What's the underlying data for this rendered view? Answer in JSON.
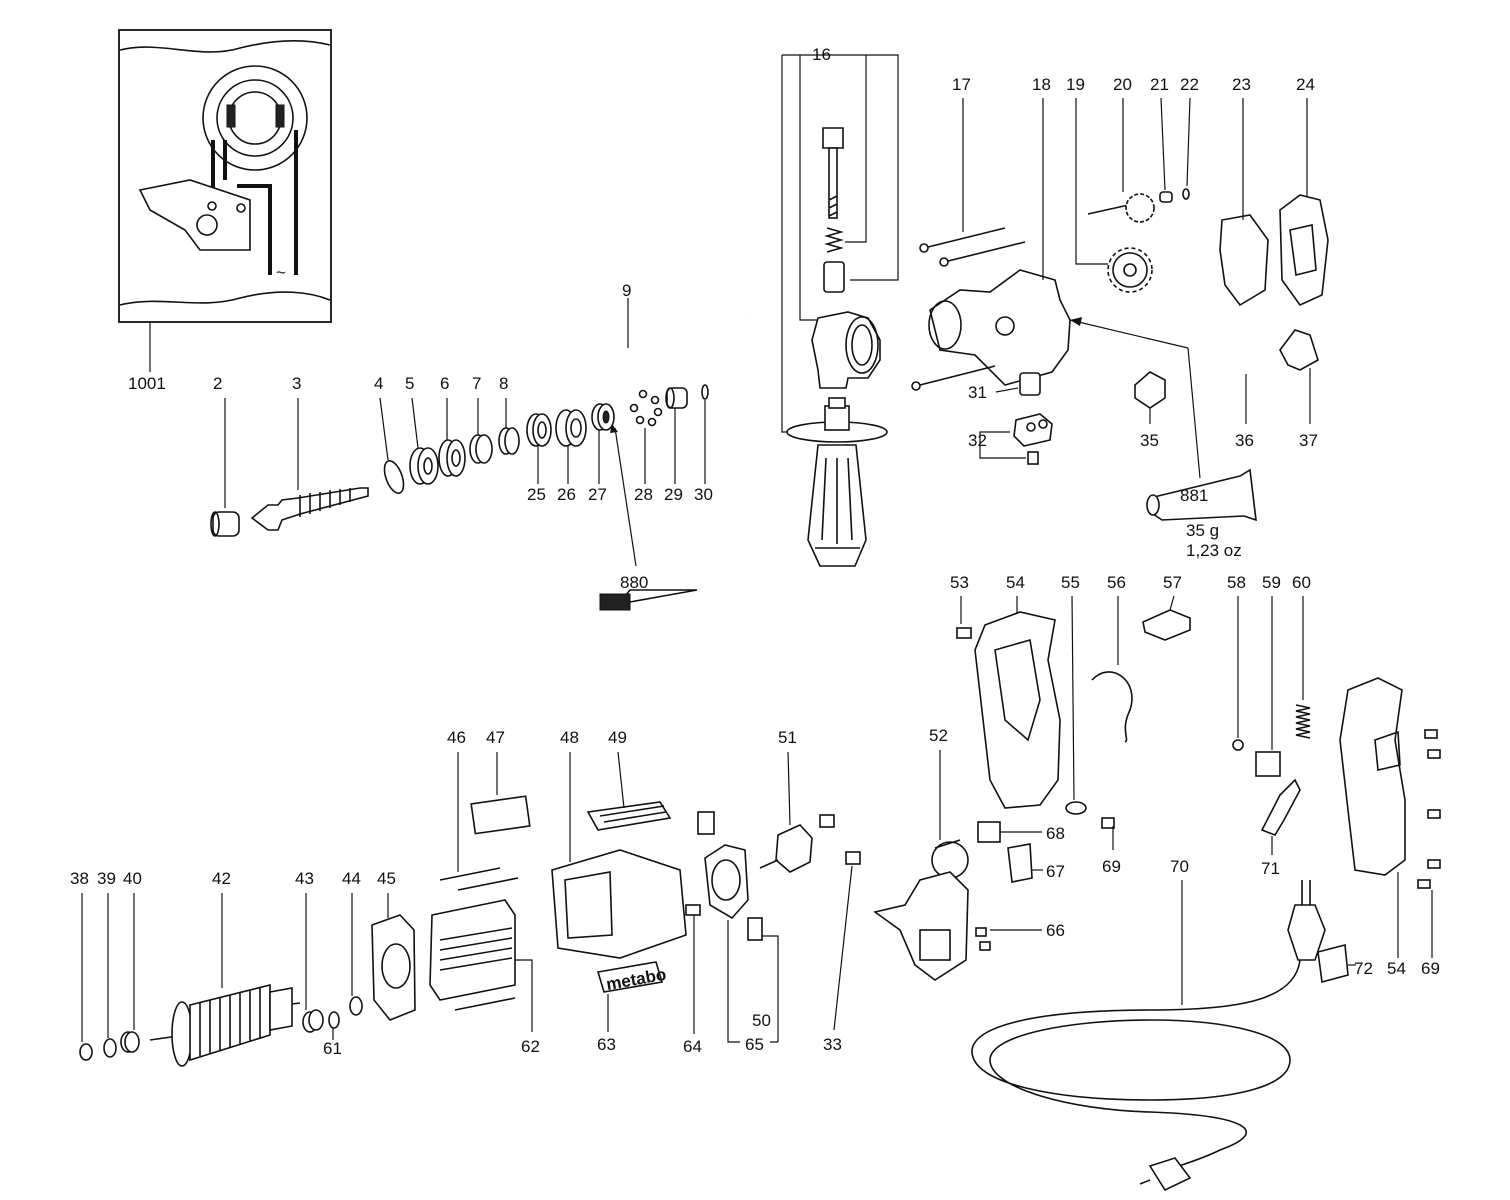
{
  "labels": [
    {
      "id": "p1001",
      "text": "1001"
    },
    {
      "id": "p2",
      "text": "2"
    },
    {
      "id": "p3",
      "text": "3"
    },
    {
      "id": "p4",
      "text": "4"
    },
    {
      "id": "p5",
      "text": "5"
    },
    {
      "id": "p6",
      "text": "6"
    },
    {
      "id": "p7",
      "text": "7"
    },
    {
      "id": "p8",
      "text": "8"
    },
    {
      "id": "p9",
      "text": "9"
    },
    {
      "id": "p16",
      "text": "16"
    },
    {
      "id": "p17",
      "text": "17"
    },
    {
      "id": "p18",
      "text": "18"
    },
    {
      "id": "p19",
      "text": "19"
    },
    {
      "id": "p20",
      "text": "20"
    },
    {
      "id": "p21",
      "text": "21"
    },
    {
      "id": "p22",
      "text": "22"
    },
    {
      "id": "p23",
      "text": "23"
    },
    {
      "id": "p24",
      "text": "24"
    },
    {
      "id": "p25",
      "text": "25"
    },
    {
      "id": "p26",
      "text": "26"
    },
    {
      "id": "p27",
      "text": "27"
    },
    {
      "id": "p28",
      "text": "28"
    },
    {
      "id": "p29",
      "text": "29"
    },
    {
      "id": "p30",
      "text": "30"
    },
    {
      "id": "p31",
      "text": "31"
    },
    {
      "id": "p32",
      "text": "32"
    },
    {
      "id": "p33",
      "text": "33"
    },
    {
      "id": "p35",
      "text": "35"
    },
    {
      "id": "p36",
      "text": "36"
    },
    {
      "id": "p37",
      "text": "37"
    },
    {
      "id": "p38",
      "text": "38"
    },
    {
      "id": "p39",
      "text": "39"
    },
    {
      "id": "p40",
      "text": "40"
    },
    {
      "id": "p42",
      "text": "42"
    },
    {
      "id": "p43",
      "text": "43"
    },
    {
      "id": "p44",
      "text": "44"
    },
    {
      "id": "p45",
      "text": "45"
    },
    {
      "id": "p46",
      "text": "46"
    },
    {
      "id": "p47",
      "text": "47"
    },
    {
      "id": "p48",
      "text": "48"
    },
    {
      "id": "p49",
      "text": "49"
    },
    {
      "id": "p50",
      "text": "50"
    },
    {
      "id": "p51",
      "text": "51"
    },
    {
      "id": "p52",
      "text": "52"
    },
    {
      "id": "p53",
      "text": "53"
    },
    {
      "id": "p54a",
      "text": "54"
    },
    {
      "id": "p54b",
      "text": "54"
    },
    {
      "id": "p55",
      "text": "55"
    },
    {
      "id": "p56",
      "text": "56"
    },
    {
      "id": "p57",
      "text": "57"
    },
    {
      "id": "p58",
      "text": "58"
    },
    {
      "id": "p59",
      "text": "59"
    },
    {
      "id": "p60",
      "text": "60"
    },
    {
      "id": "p61",
      "text": "61"
    },
    {
      "id": "p62",
      "text": "62"
    },
    {
      "id": "p63",
      "text": "63"
    },
    {
      "id": "p64",
      "text": "64"
    },
    {
      "id": "p65",
      "text": "65"
    },
    {
      "id": "p66",
      "text": "66"
    },
    {
      "id": "p67",
      "text": "67"
    },
    {
      "id": "p68",
      "text": "68"
    },
    {
      "id": "p69a",
      "text": "69"
    },
    {
      "id": "p69b",
      "text": "69"
    },
    {
      "id": "p70",
      "text": "70"
    },
    {
      "id": "p71",
      "text": "71"
    },
    {
      "id": "p72",
      "text": "72"
    },
    {
      "id": "p880",
      "text": "880"
    },
    {
      "id": "p881",
      "text": "881"
    }
  ],
  "grease": {
    "weight_g": "35 g",
    "weight_oz": "1,23 oz"
  },
  "brand_plate": "metabo",
  "wiring_symbol": "~"
}
